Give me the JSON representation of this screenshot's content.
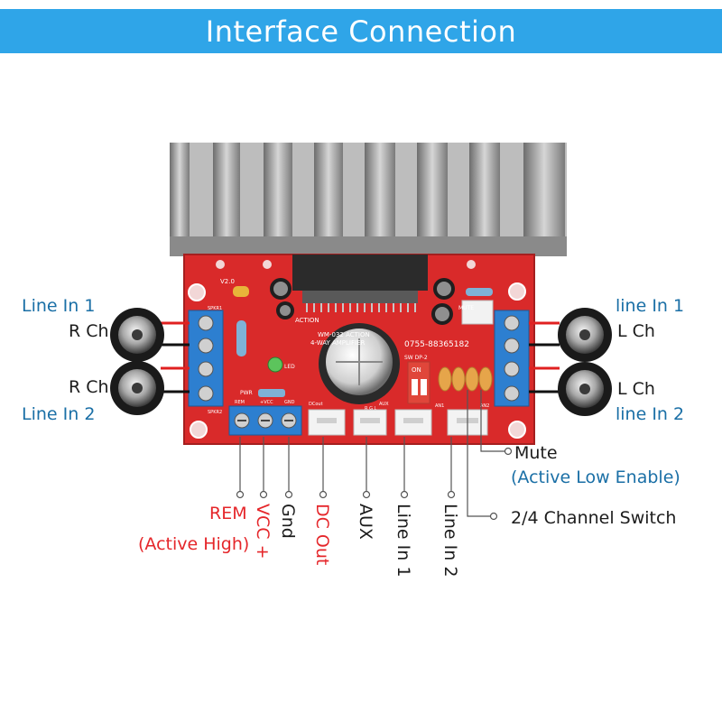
{
  "title": "Interface Connection",
  "colors": {
    "banner": "#2fa5e8",
    "board": "#d92a2a",
    "terminal": "#2d7fd0",
    "label_blue": "#1a6fa6",
    "label_red": "#e5262a"
  },
  "left_labels": {
    "line_in_1": "Line In 1",
    "ch_top": "R Ch",
    "ch_bottom": "R Ch",
    "line_in_2": "Line In 2"
  },
  "right_labels": {
    "line_in_1": "line In 1",
    "ch_top": "L Ch",
    "ch_bottom": "L Ch",
    "line_in_2": "line In 2"
  },
  "bottom_labels": {
    "rem": "REM",
    "rem_note": "(Active High)",
    "vcc": "VCC +",
    "gnd": "Gnd",
    "dc_out": "DC Out",
    "aux": "AUX",
    "line_in_1": "Line In 1",
    "line_in_2": "Line In 2"
  },
  "callouts": {
    "mute": "Mute",
    "mute_note": "(Active Low Enable)",
    "channel_switch": "2/4 Channel Switch"
  },
  "board_text": {
    "model": "WM-032 ACTION",
    "model_sub": "4-WAY AMPLIFIER",
    "phone": "0755-88365182",
    "version": "V2.0",
    "switch_label": "SW DP-2",
    "switch_on": "ON",
    "term_labels": [
      "REM",
      "+VCC",
      "GND"
    ],
    "pwr": "PWR",
    "dc_out": "DCout",
    "aux": "AUX",
    "aux_sub": "R G L",
    "an1": "AN1",
    "an2": "AN2",
    "led": "LED",
    "action": "ACTION",
    "mute": "MUTE",
    "spkr1": "SPKR1",
    "spkr2": "SPKR2"
  }
}
